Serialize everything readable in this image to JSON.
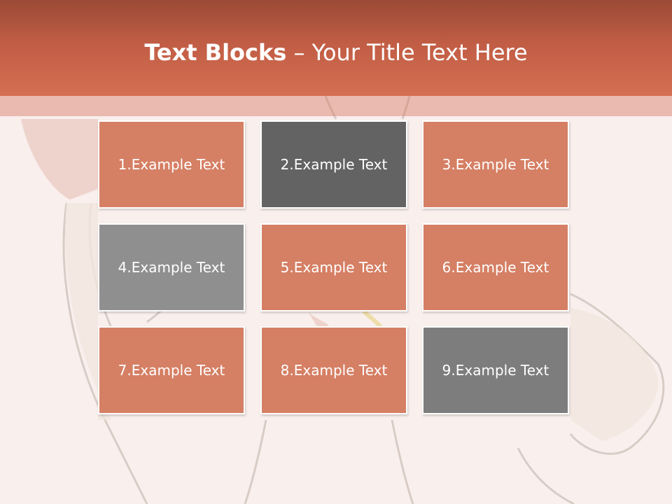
{
  "title": {
    "bold": "Text Blocks",
    "separator": " – ",
    "light": "Your Title Text Here"
  },
  "colors": {
    "header": "#c9634a",
    "salmon": "#d57f64",
    "dark_gray": "#636363",
    "mid_gray": "#7d7d7d",
    "light_gray": "#8f8f8f",
    "background": "#f9efed"
  },
  "blocks": [
    {
      "label": "1.Example Text",
      "color": "#d57f64"
    },
    {
      "label": "2.Example Text",
      "color": "#636363"
    },
    {
      "label": "3.Example Text",
      "color": "#d57f64"
    },
    {
      "label": "4.Example Text",
      "color": "#8f8f8f"
    },
    {
      "label": "5.Example Text",
      "color": "#d57f64"
    },
    {
      "label": "6.Example Text",
      "color": "#d57f64"
    },
    {
      "label": "7.Example Text",
      "color": "#d57f64"
    },
    {
      "label": "8.Example Text",
      "color": "#d57f64"
    },
    {
      "label": "9.Example Text",
      "color": "#7d7d7d"
    }
  ]
}
